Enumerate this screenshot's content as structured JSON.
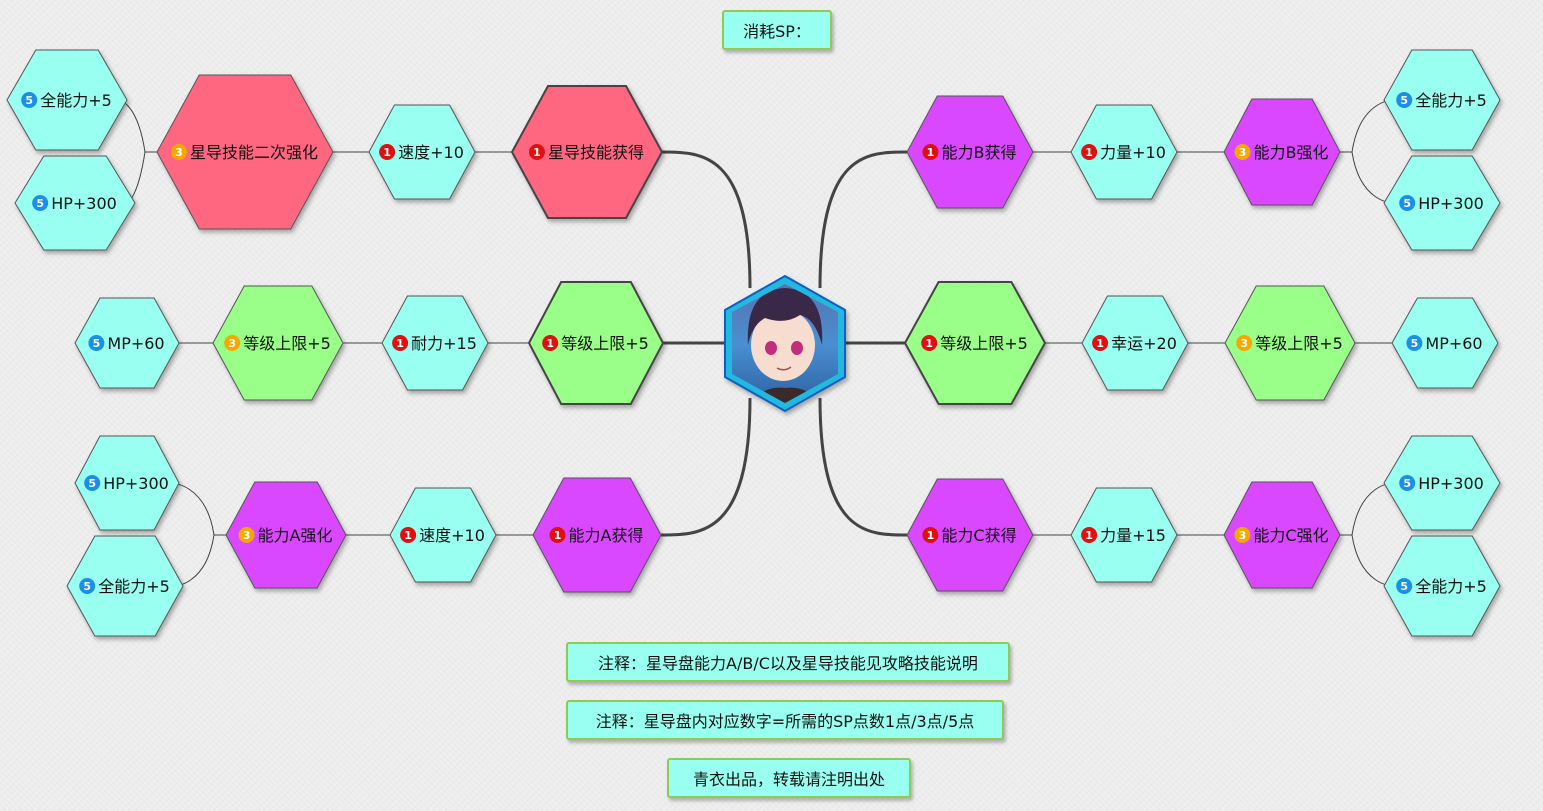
{
  "header": {
    "sp_label": "消耗SP："
  },
  "colors": {
    "cyan": "#99fff0",
    "red": "#ff6680",
    "purple": "#d946ff",
    "green": "#99ff88",
    "badge_1": "#e01010",
    "badge_3": "#f5a800",
    "badge_5": "#1a8fe8"
  },
  "center": {
    "icon": "character-avatar"
  },
  "nodes": [
    {
      "label": "全能力+5",
      "cost": 5,
      "color": "cyan"
    },
    {
      "label": "HP+300",
      "cost": 5,
      "color": "cyan"
    },
    {
      "label": "星导技能二次强化",
      "cost": 3,
      "color": "red"
    },
    {
      "label": "速度+10",
      "cost": 1,
      "color": "cyan"
    },
    {
      "label": "星导技能获得",
      "cost": 1,
      "color": "red"
    },
    {
      "label": "能力B获得",
      "cost": 1,
      "color": "purple"
    },
    {
      "label": "力量+10",
      "cost": 1,
      "color": "cyan"
    },
    {
      "label": "能力B强化",
      "cost": 3,
      "color": "purple"
    },
    {
      "label": "全能力+5",
      "cost": 5,
      "color": "cyan"
    },
    {
      "label": "HP+300",
      "cost": 5,
      "color": "cyan"
    },
    {
      "label": "MP+60",
      "cost": 5,
      "color": "cyan"
    },
    {
      "label": "等级上限+5",
      "cost": 3,
      "color": "green"
    },
    {
      "label": "耐力+15",
      "cost": 1,
      "color": "cyan"
    },
    {
      "label": "等级上限+5",
      "cost": 1,
      "color": "green"
    },
    {
      "label": "等级上限+5",
      "cost": 1,
      "color": "green"
    },
    {
      "label": "幸运+20",
      "cost": 1,
      "color": "cyan"
    },
    {
      "label": "等级上限+5",
      "cost": 3,
      "color": "green"
    },
    {
      "label": "MP+60",
      "cost": 5,
      "color": "cyan"
    },
    {
      "label": "HP+300",
      "cost": 5,
      "color": "cyan"
    },
    {
      "label": "全能力+5",
      "cost": 5,
      "color": "cyan"
    },
    {
      "label": "能力A强化",
      "cost": 3,
      "color": "purple"
    },
    {
      "label": "速度+10",
      "cost": 1,
      "color": "cyan"
    },
    {
      "label": "能力A获得",
      "cost": 1,
      "color": "purple"
    },
    {
      "label": "能力C获得",
      "cost": 1,
      "color": "purple"
    },
    {
      "label": "力量+15",
      "cost": 1,
      "color": "cyan"
    },
    {
      "label": "能力C强化",
      "cost": 3,
      "color": "purple"
    },
    {
      "label": "HP+300",
      "cost": 5,
      "color": "cyan"
    },
    {
      "label": "全能力+5",
      "cost": 5,
      "color": "cyan"
    }
  ],
  "notes": [
    "注释：星导盘能力A/B/C以及星导技能见攻略技能说明",
    "注释：星导盘内对应数字=所需的SP点数1点/3点/5点",
    "青衣出品，转载请注明出处"
  ]
}
